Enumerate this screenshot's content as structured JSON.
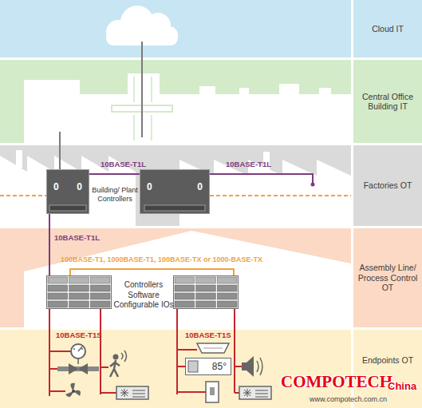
{
  "diagram": {
    "nodes": [
      {
        "text": [
          "Cloud IT"
        ]
      },
      {
        "text": [
          "Central Office Building IT"
        ]
      },
      {
        "text": [
          "Factories OT"
        ]
      },
      {
        "text": [
          "0",
          "0"
        ],
        "in": 2
      },
      {
        "text": [
          "0",
          "0"
        ],
        "in": 2
      },
      {
        "text": [
          "Assembly Line/ Process Control OT"
        ]
      },
      {
        "text": [],
        "in": 5
      },
      {
        "text": [],
        "in": 5
      },
      {
        "text": [
          "Endpoints OT"
        ]
      },
      {
        "text": [
          "85°"
        ],
        "in": 8
      }
    ],
    "edges": [
      {
        "from": 3,
        "to": 4,
        "arrow": "none",
        "label": "10BASE-T1L"
      },
      {
        "from": 3,
        "to": 6,
        "arrow": "none",
        "label": "10BASE-T1L"
      },
      {
        "from": 6,
        "to": 7,
        "arrow": "none",
        "label": "100BASE-T1, 1000BASE-T1, 100BASE-TX or 1000-BASE-TX"
      },
      {
        "from": 7,
        "to": 9,
        "arrow": "none"
      }
    ],
    "labels": [
      "10BASE-T1L",
      "Building/ Plant Controllers",
      "Controllers",
      "Software Configurable IOs",
      "10BASE-T1S",
      "10BASE-T1S",
      "COMPOTECH",
      "China",
      "www.compotech.com.cn"
    ]
  }
}
